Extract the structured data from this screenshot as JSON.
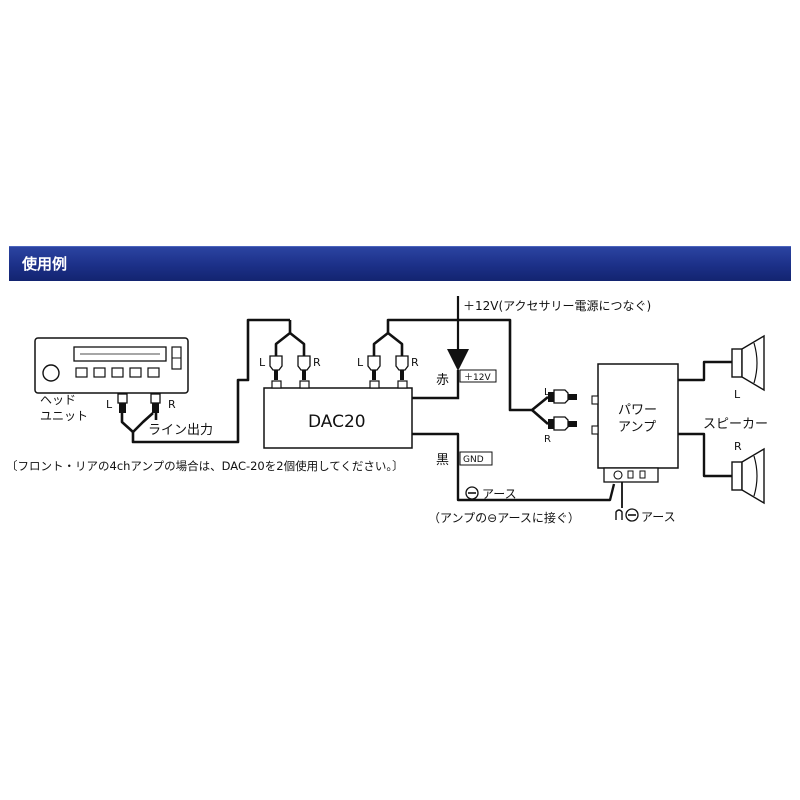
{
  "header": {
    "title": "使用例",
    "bar_color": "#1c3088"
  },
  "diagram": {
    "power_note": "＋12V(アクセサリー電源につなぐ)",
    "head_unit": {
      "label_line1": "ヘッド",
      "label_line2": "ユニット",
      "left": "L",
      "right": "R"
    },
    "line_output": "ライン出力",
    "dac": {
      "name": "DAC20",
      "in_left": "L",
      "in_right": "R",
      "out_left": "L",
      "out_right": "R"
    },
    "red_wire": {
      "color_label": "赤",
      "terminal": "＋12V"
    },
    "black_wire": {
      "color_label": "黒",
      "terminal": "GND"
    },
    "amp_input": {
      "left": "L",
      "right": "R"
    },
    "power_amp": {
      "line1": "パワー",
      "line2": "アンプ"
    },
    "speaker": {
      "label": "スピーカー",
      "left": "L",
      "right": "R"
    },
    "ground_label": "アース",
    "ground_note": "（アンプの⊖アースに接ぐ）",
    "amp_ground_label": "アース",
    "usage_note": "〔フロント・リアの4chアンプの場合は、DAC-20を2個使用してください。〕"
  }
}
